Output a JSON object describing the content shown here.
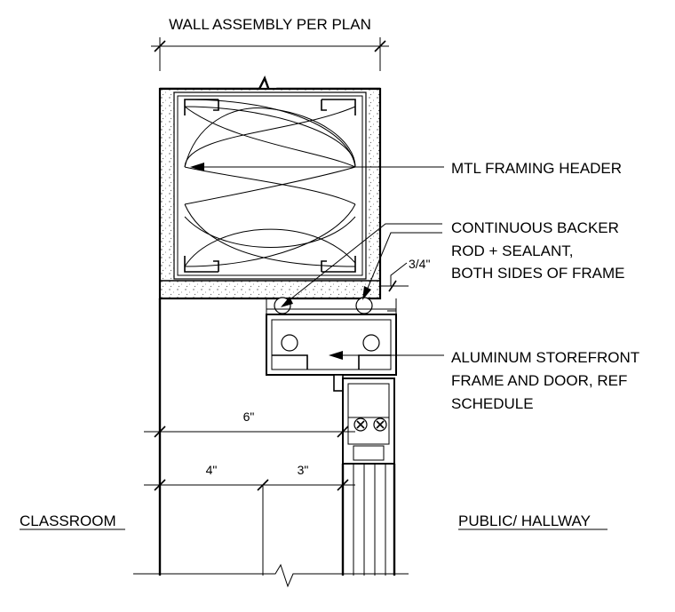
{
  "labels": {
    "wall_assembly": "WALL ASSEMBLY PER PLAN",
    "mtl_framing": "MTL FRAMING HEADER",
    "backer_rod": [
      "CONTINUOUS BACKER",
      "ROD + SEALANT,",
      "BOTH SIDES OF FRAME"
    ],
    "aluminum_frame": [
      "ALUMINUM STOREFRONT",
      "FRAME AND DOOR, REF",
      "SCHEDULE"
    ],
    "classroom": "CLASSROOM",
    "hallway": "PUBLIC/ HALLWAY"
  },
  "dimensions": {
    "gap": "3/4\"",
    "six": "6\"",
    "four": "4\"",
    "three": "3\""
  }
}
